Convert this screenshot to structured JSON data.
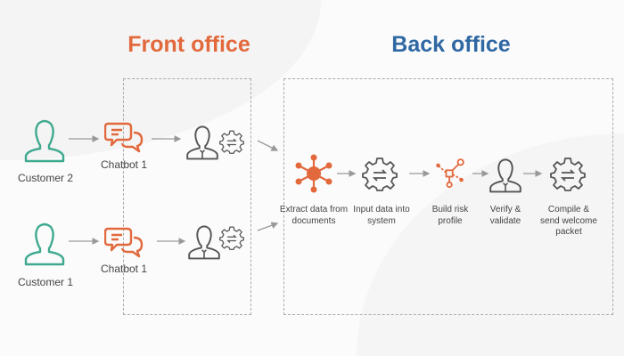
{
  "titles": {
    "front": "Front office",
    "back": "Back office"
  },
  "colors": {
    "front": "#e2693c",
    "back": "#2f68a3",
    "customer": "#3fa98f",
    "accent": "#e2693c",
    "neutral": "#555555"
  },
  "front": {
    "rows": [
      {
        "customer": "Customer 2",
        "chatbot": "Chatbot 1"
      },
      {
        "customer": "Customer 1",
        "chatbot": "Chatbot 1"
      }
    ]
  },
  "back": {
    "steps": [
      {
        "icon": "network-hub-icon",
        "label": "Extract data from documents"
      },
      {
        "icon": "gear-sync-icon",
        "label": "Input data into system"
      },
      {
        "icon": "risk-network-icon",
        "label": "Build risk profile"
      },
      {
        "icon": "agent-icon",
        "label": "Verify & validate"
      },
      {
        "icon": "gear-sync-icon",
        "label": "Compile & send welcome packet"
      }
    ]
  }
}
